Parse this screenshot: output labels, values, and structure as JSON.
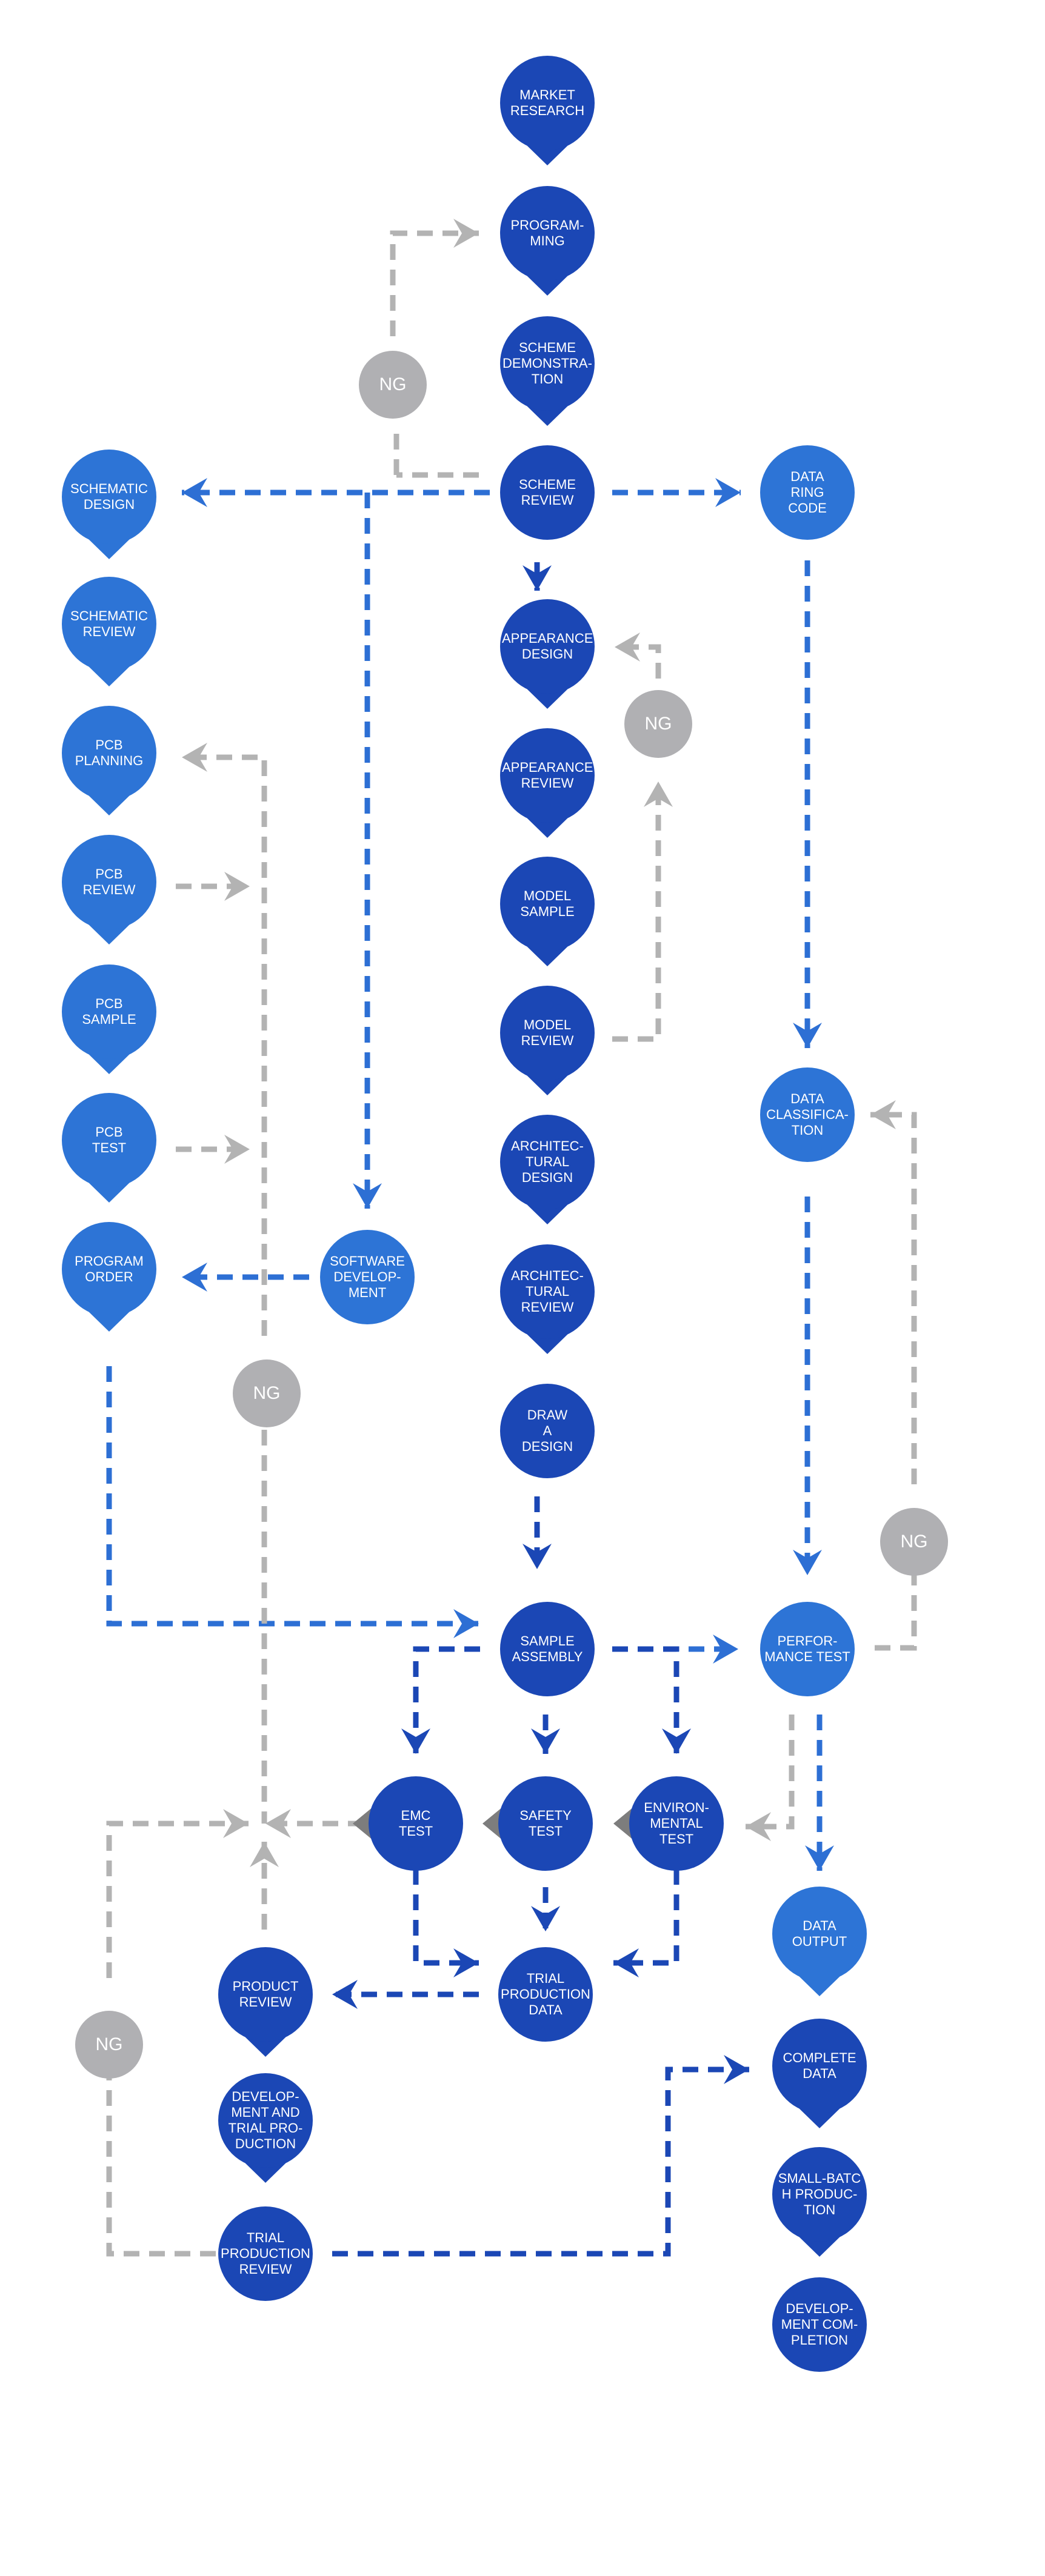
{
  "colors": {
    "dark_node": "#1b47b5",
    "light_node": "#2d74d6",
    "ng_node": "#b0b0b3",
    "blue_line": "#2d6fd4",
    "dark_line": "#1b47b5",
    "gray_line": "#b3b3b3",
    "connector_gray": "#7d7d7d"
  },
  "nodes": {
    "market_research": "MARKET\nRESEARCH",
    "programming": "PROGRAM-\nMING",
    "scheme_demonstration": "SCHEME\nDEMONSTRA-\nTION",
    "scheme_review": "SCHEME\nREVIEW",
    "data_ring_code": "DATA\nRING\nCODE",
    "schematic_design": "SCHEMATIC\nDESIGN",
    "schematic_review": "SCHEMATIC\nREVIEW",
    "pcb_planning": "PCB\nPLANNING",
    "pcb_review": "PCB\nREVIEW",
    "pcb_sample": "PCB\nSAMPLE",
    "pcb_test": "PCB\nTEST",
    "program_order": "PROGRAM\nORDER",
    "software_development": "SOFTWARE\nDEVELOP-\nMENT",
    "appearance_design": "APPEARANCE\nDESIGN",
    "appearance_review": "APPEARANCE\nREVIEW",
    "model_sample": "MODEL\nSAMPLE",
    "model_review": "MODEL\nREVIEW",
    "architectural_design": "ARCHITEC-\nTURAL\nDESIGN",
    "architectural_review": "ARCHITEC-\nTURAL\nREVIEW",
    "draw_a_design": "DRAW\nA\nDESIGN",
    "data_classification": "DATA\nCLASSIFICA-\nTION",
    "sample_assembly": "SAMPLE\nASSEMBLY",
    "performance_test": "PERFOR-\nMANCE TEST",
    "emc_test": "EMC\nTEST",
    "safety_test": "SAFETY\nTEST",
    "environmental_test": "ENVIRON-\nMENTAL\nTEST",
    "trial_production_data": "TRIAL\nPRODUCTION\nDATA",
    "product_review": "PRODUCT\nREVIEW",
    "development_trial_production": "DEVELOP-\nMENT AND\nTRIAL PRO-\nDUCTION",
    "trial_production_review": "TRIAL\nPRODUCTION\nREVIEW",
    "data_output": "DATA\nOUTPUT",
    "complete_data": "COMPLETE\nDATA",
    "small_batch_production": "SMALL-BATC\nH PRODUC-\nTION",
    "development_completion": "DEVELOP-\nMENT COM-\nPLETION"
  },
  "ng_label": "NG"
}
